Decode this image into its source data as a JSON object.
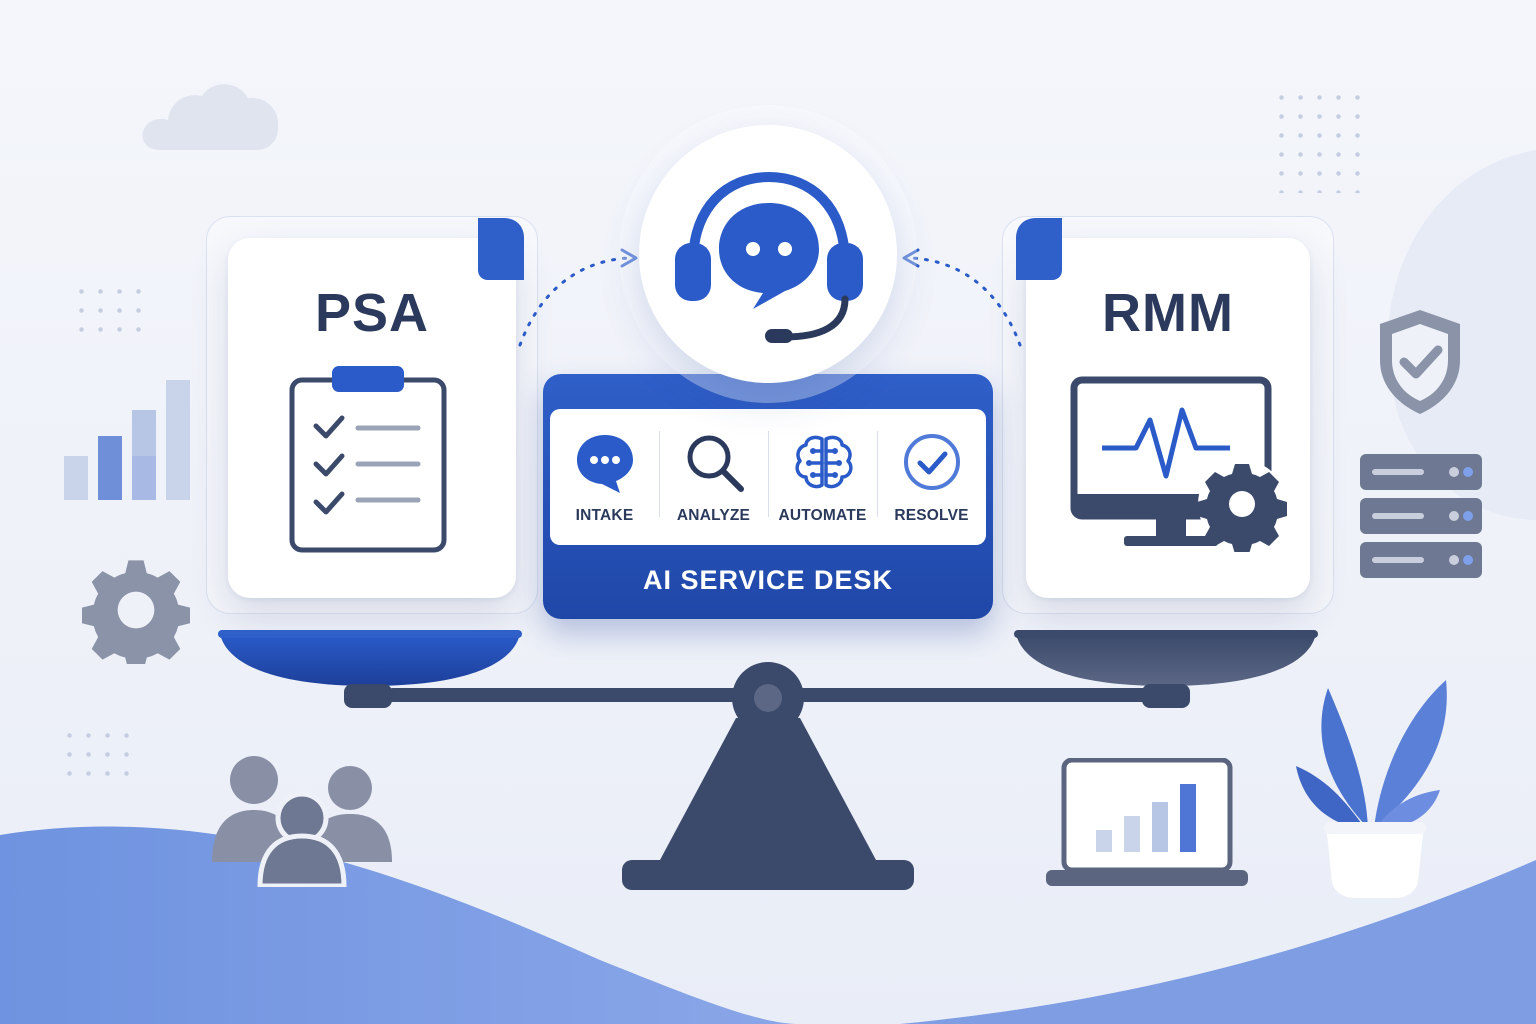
{
  "psa": {
    "title": "PSA"
  },
  "rmm": {
    "title": "RMM"
  },
  "service_desk": {
    "title": "AI SERVICE DESK",
    "steps": [
      {
        "label": "INTAKE",
        "icon": "chat-bubble-icon"
      },
      {
        "label": "ANALYZE",
        "icon": "magnifier-icon"
      },
      {
        "label": "AUTOMATE",
        "icon": "brain-icon"
      },
      {
        "label": "RESOLVE",
        "icon": "check-circle-icon"
      }
    ]
  },
  "hub": {
    "icon": "headset-chat-icon"
  },
  "colors": {
    "primary_blue": "#2a5bc9",
    "dark_navy": "#3b4a6b",
    "text_dark": "#2b3a5c",
    "background": "#f1f4fa"
  },
  "decorations": [
    "cloud-icon",
    "bar-chart-icon",
    "gear-icon",
    "team-icon",
    "shield-check-icon",
    "server-stack-icon",
    "laptop-chart-icon",
    "plant-icon"
  ]
}
